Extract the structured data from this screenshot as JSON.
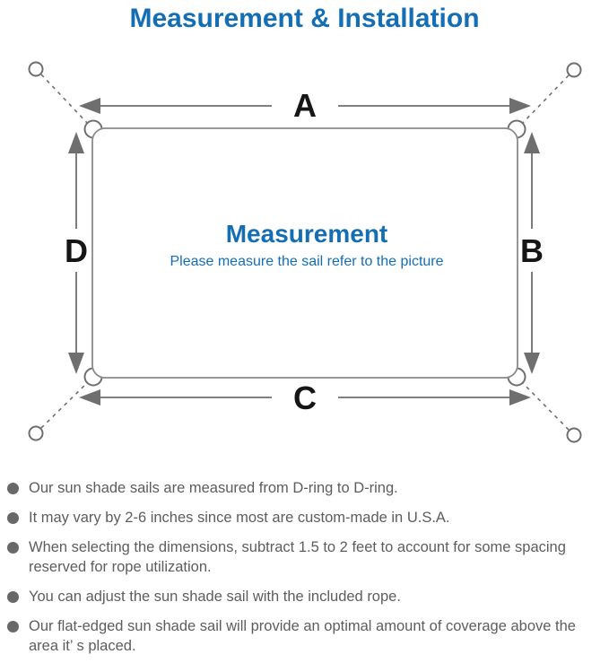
{
  "title": "Measurement & Installation",
  "diagram": {
    "label_a": "A",
    "label_b": "B",
    "label_c": "C",
    "label_d": "D",
    "center_title": "Measurement",
    "center_subtitle": "Please measure the sail refer to the picture"
  },
  "notes": [
    "Our sun shade sails are measured from D-ring to D-ring.",
    "It may vary by 2-6 inches since most are custom-made in U.S.A.",
    "When selecting the dimensions, subtract 1.5 to 2 feet to account for some spacing reserved for rope utilization.",
    "You can adjust the sun shade sail with the included rope.",
    "Our flat-edged sun shade sail will provide an optimal amount of coverage above the area it’ s placed."
  ],
  "colors": {
    "accent_blue": "#146eb4",
    "line_gray": "#6f6f6f",
    "outline_gray": "#8b8b8b",
    "note_text_gray": "#5d5d5d",
    "dim_label_black": "#161616"
  }
}
